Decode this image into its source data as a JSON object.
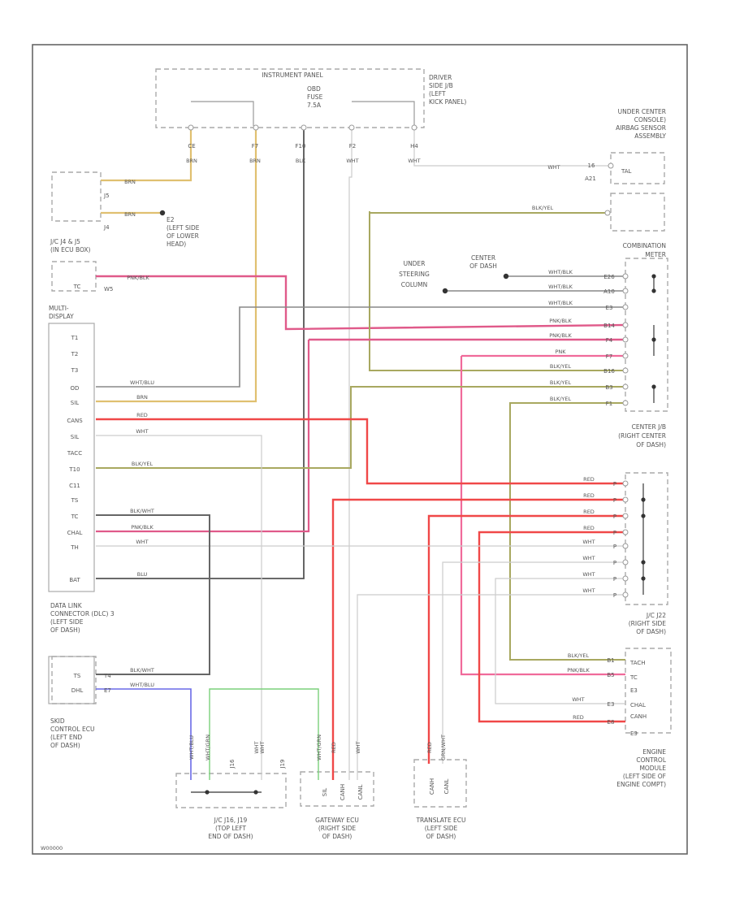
{
  "diagram": {
    "doc_id": "W00000",
    "components": {
      "fuse_box": {
        "title": "INSTRUMENT PANEL",
        "location": [
          "DRIVER",
          "SIDE J/B",
          "(LEFT",
          "KICK PANEL)"
        ],
        "fuse": [
          "OBD",
          "FUSE",
          "7.5A"
        ]
      },
      "airbag_sensor": [
        "UNDER CENTER",
        "CONSOLE)",
        "AIRBAG SENSOR",
        "ASSEMBLY"
      ],
      "ground_e2": [
        "E2",
        "(LEFT SIDE",
        "OF LOWER",
        "HEAD)"
      ],
      "jc_j4_j5": [
        "J/C J4 & J5",
        "(IN ECU BOX)"
      ],
      "multi_display": [
        "MULTI-",
        "DISPLAY"
      ],
      "combination_meter": [
        "COMBINATION",
        "METER"
      ],
      "under_steering_column": [
        "UNDER",
        "STEERING",
        "COLUMN"
      ],
      "center_of_dash": [
        "CENTER",
        "OF DASH"
      ],
      "center_jb": [
        "CENTER J/B",
        "(RIGHT CENTER",
        "OF DASH)"
      ],
      "dlc3": [
        "DATA LINK",
        "CONNECTOR (DLC) 3",
        "(LEFT SIDE",
        "OF DASH)"
      ],
      "jc_j22": [
        "J/C J22",
        "(RIGHT SIDE",
        "OF DASH)"
      ],
      "skid_ecu": [
        "SKID",
        "CONTROL ECU",
        "(LEFT END",
        "OF DASH)"
      ],
      "jc_j16_j19": [
        "J/C J16, J19",
        "(TOP LEFT",
        "END OF DASH)"
      ],
      "gateway_ecu": [
        "GATEWAY ECU",
        "(RIGHT SIDE",
        "OF DASH)"
      ],
      "translate_ecu": [
        "TRANSLATE ECU",
        "(LEFT SIDE",
        "OF DASH)"
      ],
      "ecm": [
        "ENGINE",
        "CONTROL",
        "MODULE",
        "(LEFT SIDE OF",
        "ENGINE COMPT)"
      ]
    },
    "fuse_pins": [
      "CE",
      "F7",
      "F10",
      "F2",
      "H4"
    ],
    "fuse_wires": [
      "BRN",
      "BRN",
      "BLK",
      "WHT",
      "WHT"
    ],
    "airbag": {
      "wire": "WHT",
      "pins": [
        "16",
        "A21"
      ],
      "term": "TAL"
    },
    "jc_pins": [
      "J5",
      "J4"
    ],
    "ts_connector": {
      "term": "TC",
      "pin": "W5",
      "wire": "PNK/BLK"
    },
    "md_pins": [
      "T1",
      "T2",
      "T3",
      "OD",
      "SIL",
      "CANS",
      "SIL",
      "TACC",
      "T10",
      "C11",
      "TS",
      "TC",
      "CHAL",
      "TH",
      "BAT"
    ],
    "md_wires": [
      "WHT/BLU",
      "BRN",
      "RED",
      "WHT",
      "BLK/YEL",
      "BLK/WHT",
      "PNK/BLK",
      "WHT",
      "BLU"
    ],
    "meter_wires": [
      "BLK/YEL",
      "WHT/BLK",
      "WHT/BLK",
      "WHT/BLK",
      "PNK/BLK",
      "PNK/BLK",
      "PNK",
      "BLK/YEL",
      "BLK/YEL",
      "BLK/YEL"
    ],
    "meter_pins": [
      "E26",
      "A10",
      "E3",
      "B14",
      "F4",
      "F7",
      "B16",
      "B3",
      "F1"
    ],
    "cj_wires": [
      "RED",
      "RED",
      "RED",
      "RED",
      "WHT",
      "WHT",
      "WHT",
      "WHT"
    ],
    "cj_pins": [
      "P",
      "P",
      "P",
      "P",
      "P",
      "P",
      "P",
      "P"
    ],
    "dlc_pins": [
      "TS",
      "DHL"
    ],
    "dlc_wire_pins": [
      "T4",
      "E7"
    ],
    "dlc_wires": [
      "BLK/WHT",
      "WHT/BLU"
    ],
    "ecm_wires": [
      "BLK/YEL",
      "PNK/BLK",
      "WHT",
      "RED"
    ],
    "ecm_pins": [
      "B1",
      "B5",
      "E3",
      "E8"
    ],
    "ecm_terms": [
      "TACH",
      "TC",
      "E3",
      "CHAL",
      "CANH",
      "E3"
    ],
    "bottom_wires": [
      "WHT/BLU",
      "WHT/GRN",
      "WHT",
      "WHT",
      "WHT/GRN",
      "RED",
      "WHT",
      "RED",
      "GRN/WHT"
    ],
    "gateway_terms": [
      "SIL",
      "CANH",
      "CANL"
    ],
    "translate_terms": [
      "CANH",
      "CANL"
    ],
    "jc_bottom_labels": [
      "J16",
      "J19"
    ]
  }
}
